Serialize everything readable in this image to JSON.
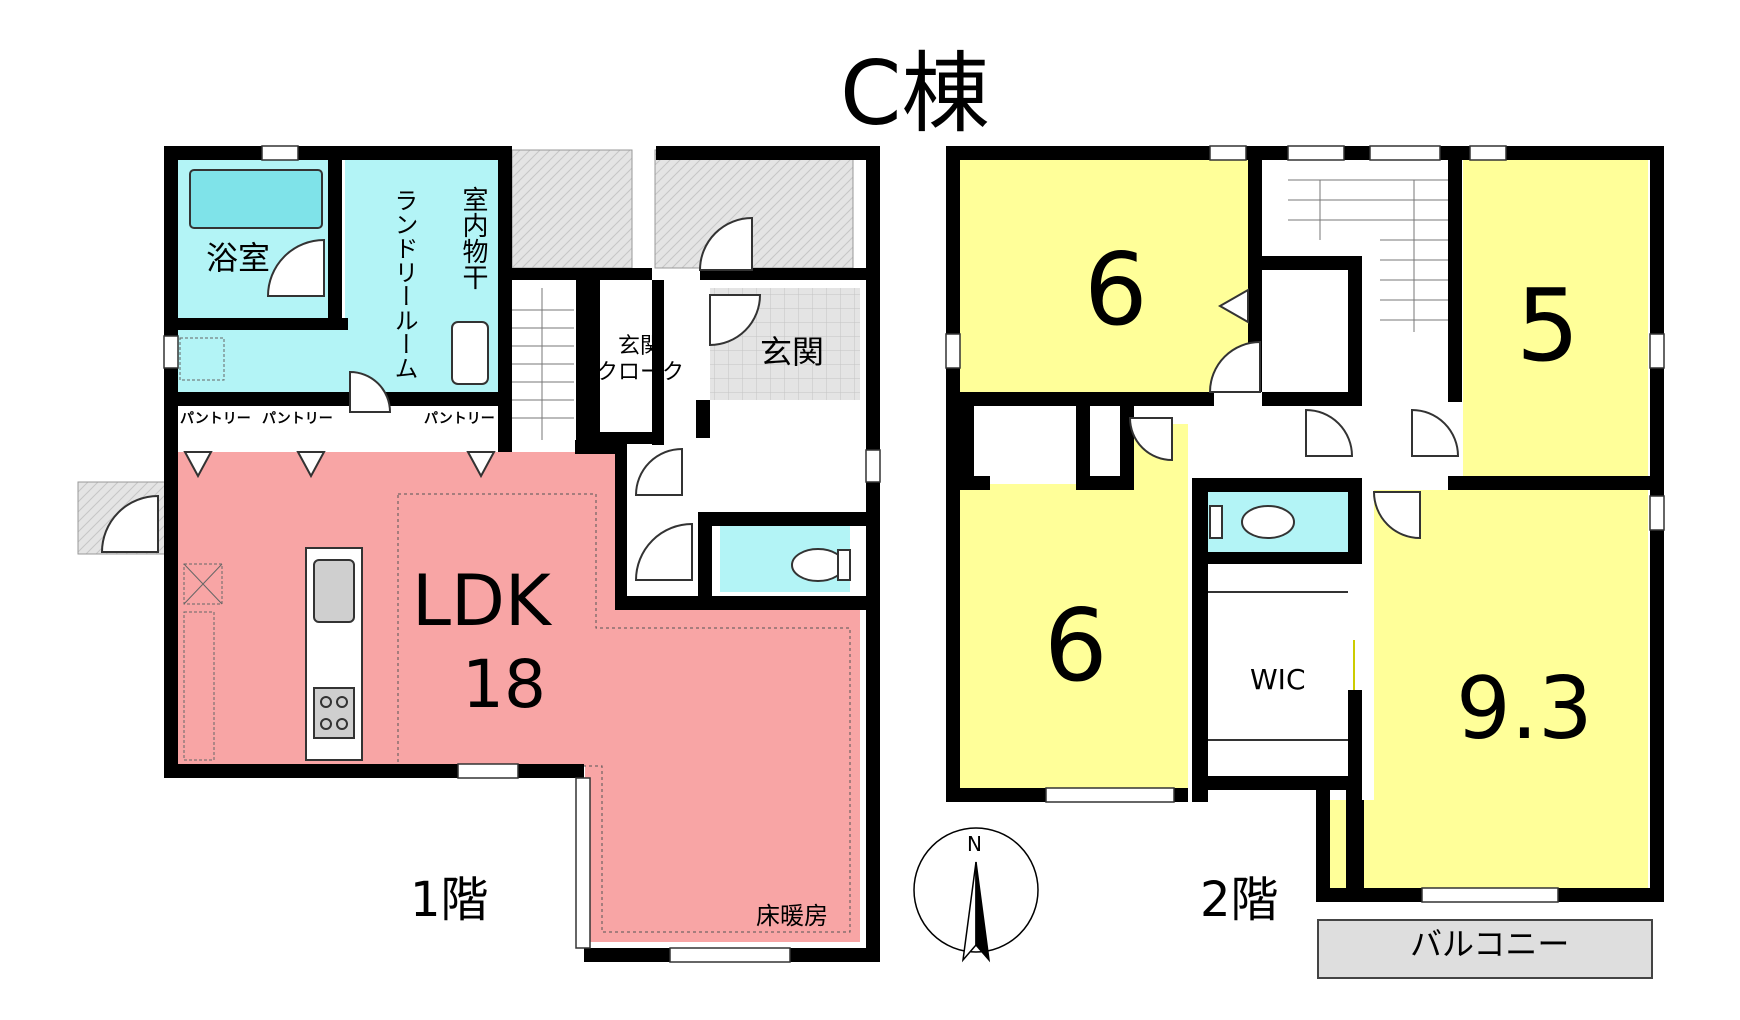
{
  "title": "C棟",
  "floor1": {
    "label": "1階",
    "rooms": {
      "bath": "浴室",
      "laundry": "ランドリールーム",
      "drying": "室内物干",
      "genkan_cloak_1": "玄関",
      "genkan_cloak_2": "クローク",
      "genkan": "玄関",
      "pantry_1": "パントリー",
      "pantry_2": "パントリー",
      "pantry_3": "パントリー",
      "ldk_name": "LDK",
      "ldk_size": "18",
      "floor_heating": "床暖房"
    }
  },
  "floor2": {
    "label": "2階",
    "rooms": {
      "bed_nw": "6",
      "bed_ne": "5",
      "bed_sw": "6",
      "wic": "WIC",
      "bed_se": "9.3",
      "balcony": "バルコニー"
    }
  },
  "compass": {
    "north": "N"
  },
  "colors": {
    "ldk": "#f8a5a5",
    "wet_area": "#b3f4f6",
    "bedroom": "#ffff99",
    "tile": "#e2e2e2",
    "wall": "#000000",
    "balcony": "#dedede"
  }
}
